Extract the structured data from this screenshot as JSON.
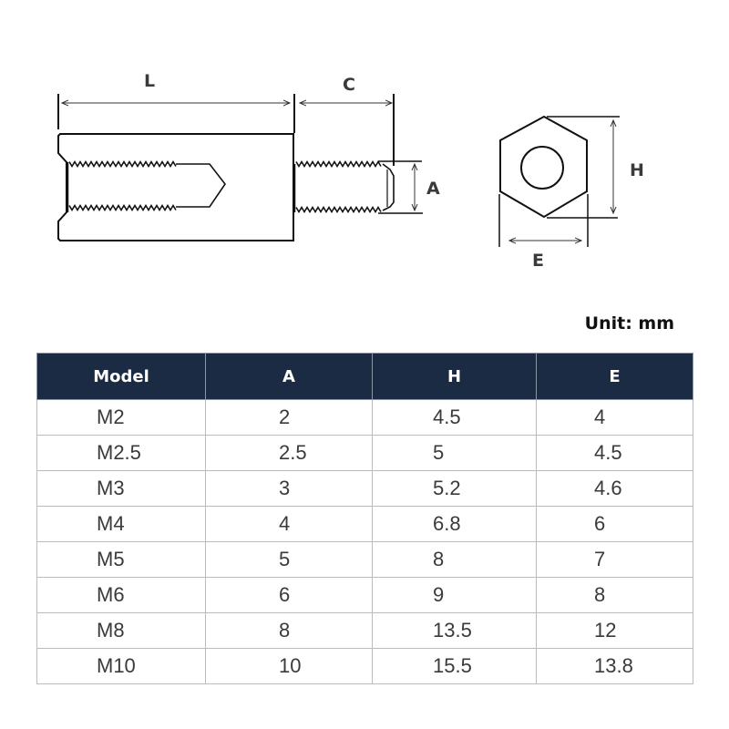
{
  "diagram": {
    "labels": {
      "length": "L",
      "thread_length": "C",
      "thread_diameter": "A",
      "hex_height": "H",
      "hex_width": "E"
    }
  },
  "unit_label": "Unit: mm",
  "table": {
    "headers": [
      "Model",
      "A",
      "H",
      "E"
    ],
    "rows": [
      [
        "M2",
        "2",
        "4.5",
        "4"
      ],
      [
        "M2.5",
        "2.5",
        "5",
        "4.5"
      ],
      [
        "M3",
        "3",
        "5.2",
        "4.6"
      ],
      [
        "M4",
        "4",
        "6.8",
        "6"
      ],
      [
        "M5",
        "5",
        "8",
        "7"
      ],
      [
        "M6",
        "6",
        "9",
        "8"
      ],
      [
        "M8",
        "8",
        "13.5",
        "12"
      ],
      [
        "M10",
        "10",
        "15.5",
        "13.8"
      ]
    ]
  },
  "colors": {
    "header_bg": "#1b2b43",
    "header_text": "#ffffff",
    "grid": "#bcbcbc",
    "line": "#111111"
  }
}
